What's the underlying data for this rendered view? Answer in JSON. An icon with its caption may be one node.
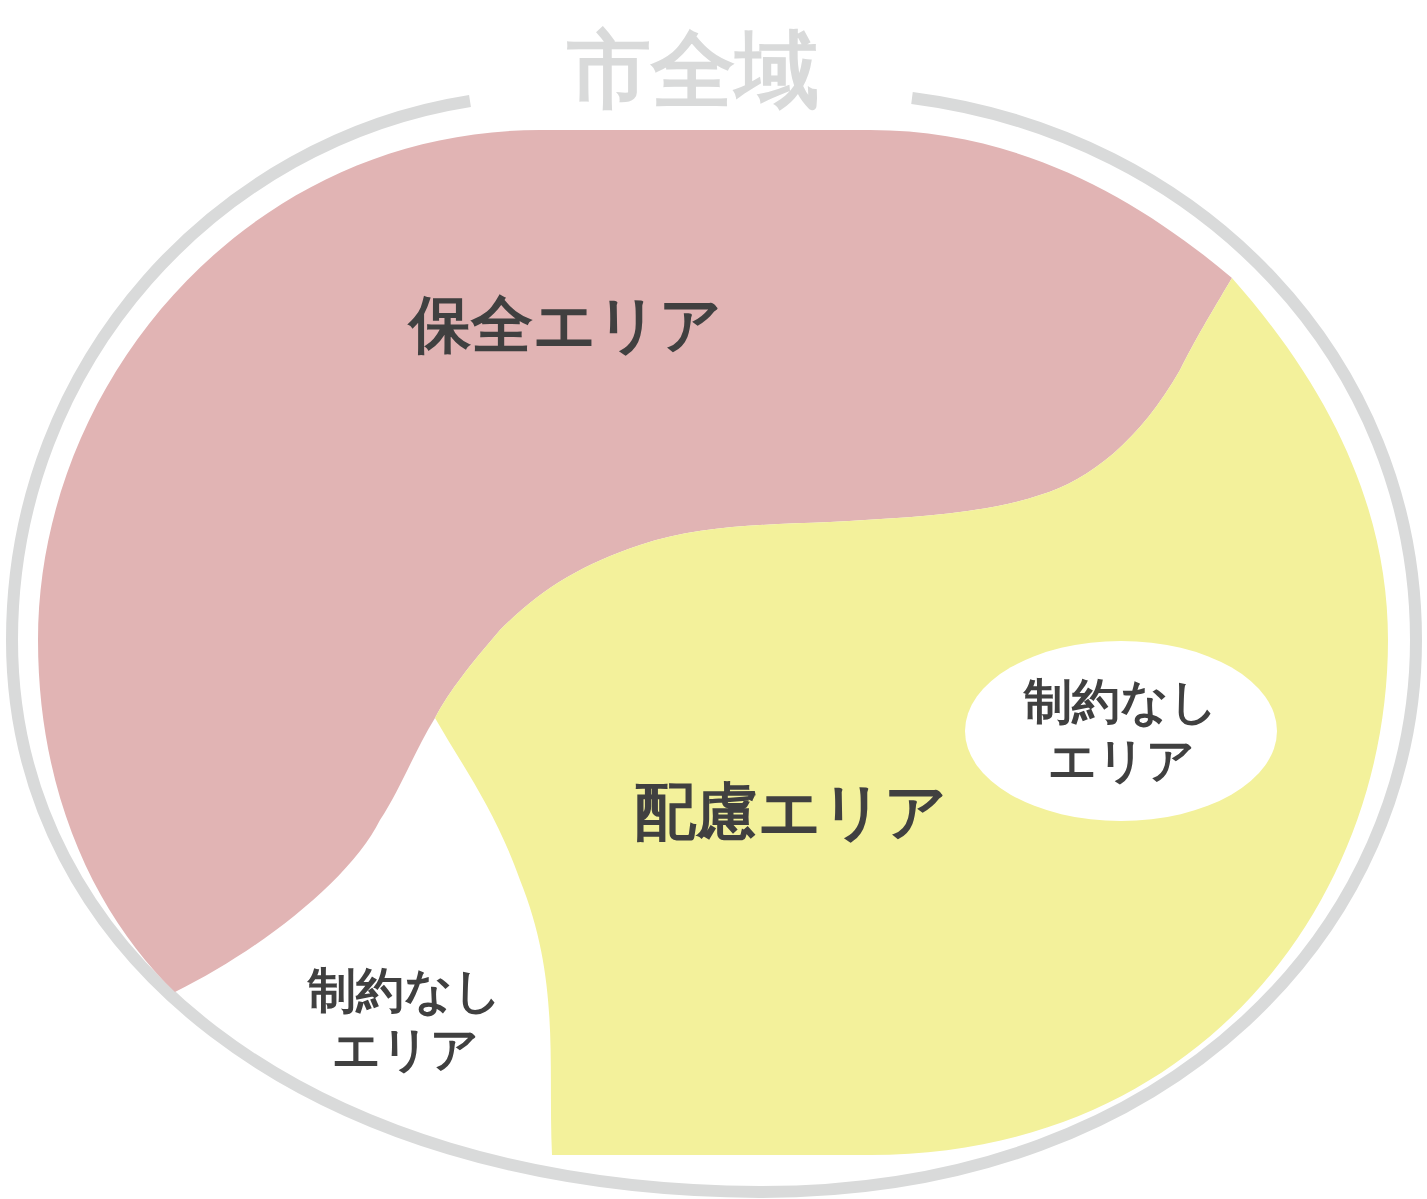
{
  "diagram": {
    "nodes": [
      {
        "text": [
          "市全域"
        ]
      },
      {
        "text": [
          "保全エリア"
        ],
        "in": 0
      },
      {
        "text": [
          "配慮エリア"
        ],
        "in": 0
      },
      {
        "text": [
          "制約なしエリア"
        ],
        "in": 2
      }
    ],
    "labels": [
      "制約なしエリア"
    ]
  }
}
